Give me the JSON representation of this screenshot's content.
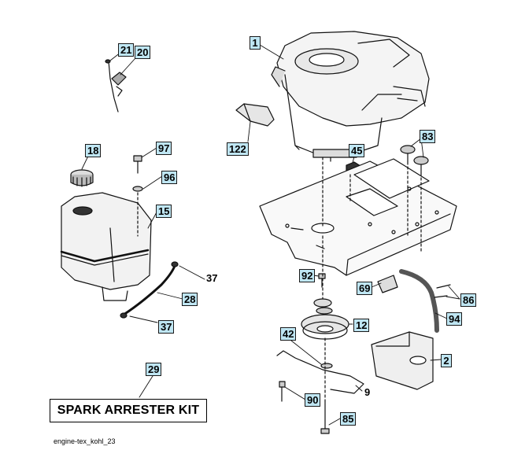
{
  "callouts": {
    "c1": "1",
    "c2": "2",
    "c9": "9",
    "c12": "12",
    "c15": "15",
    "c18": "18",
    "c20": "20",
    "c21": "21",
    "c28": "28",
    "c29": "29",
    "c37a": "37",
    "c37b": "37",
    "c42": "42",
    "c45": "45",
    "c69": "69",
    "c83": "83",
    "c85": "85",
    "c86": "86",
    "c90": "90",
    "c92": "92",
    "c94": "94",
    "c96": "96",
    "c97": "97",
    "c122": "122"
  },
  "kit_label": "SPARK ARRESTER KIT",
  "caption": "engine-tex_kohl_23"
}
